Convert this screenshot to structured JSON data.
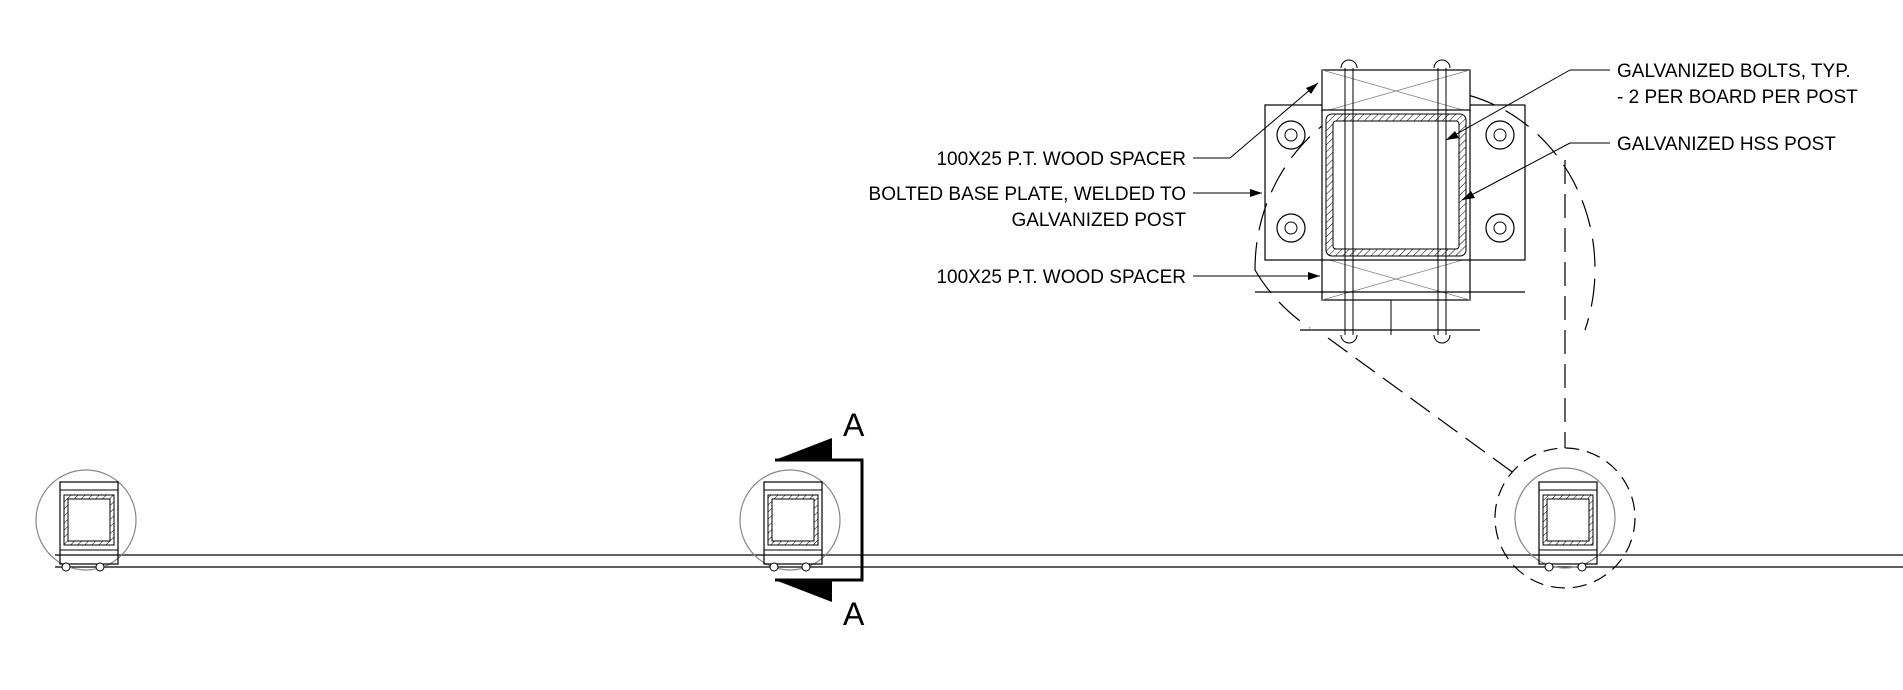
{
  "labels": {
    "wood_spacer_top": "100X25 P.T. WOOD SPACER",
    "base_plate_line1": "BOLTED BASE PLATE, WELDED TO",
    "base_plate_line2": "GALVANIZED POST",
    "wood_spacer_bottom": "100X25 P.T. WOOD SPACER",
    "bolts_line1": "GALVANIZED BOLTS, TYP.",
    "bolts_line2": "- 2 PER BOARD PER POST",
    "hss_post": "GALVANIZED HSS POST"
  },
  "section_marker": {
    "top": "A",
    "bottom": "A"
  },
  "colors": {
    "line": "#000000",
    "hatch": "#000000",
    "light_line": "#888888",
    "background": "#ffffff"
  }
}
